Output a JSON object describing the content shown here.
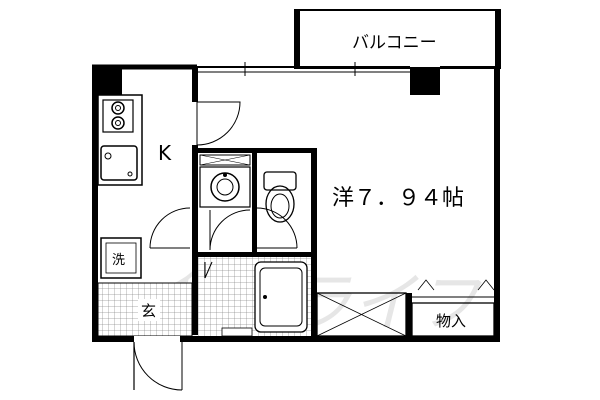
{
  "floorplan": {
    "rooms": {
      "balcony": "バルコニー",
      "kitchen": "K",
      "western_room": "洋７．９４帖",
      "washer": "洗",
      "entrance": "玄",
      "storage": "物入"
    },
    "watermark": "賃貸ライフ"
  }
}
